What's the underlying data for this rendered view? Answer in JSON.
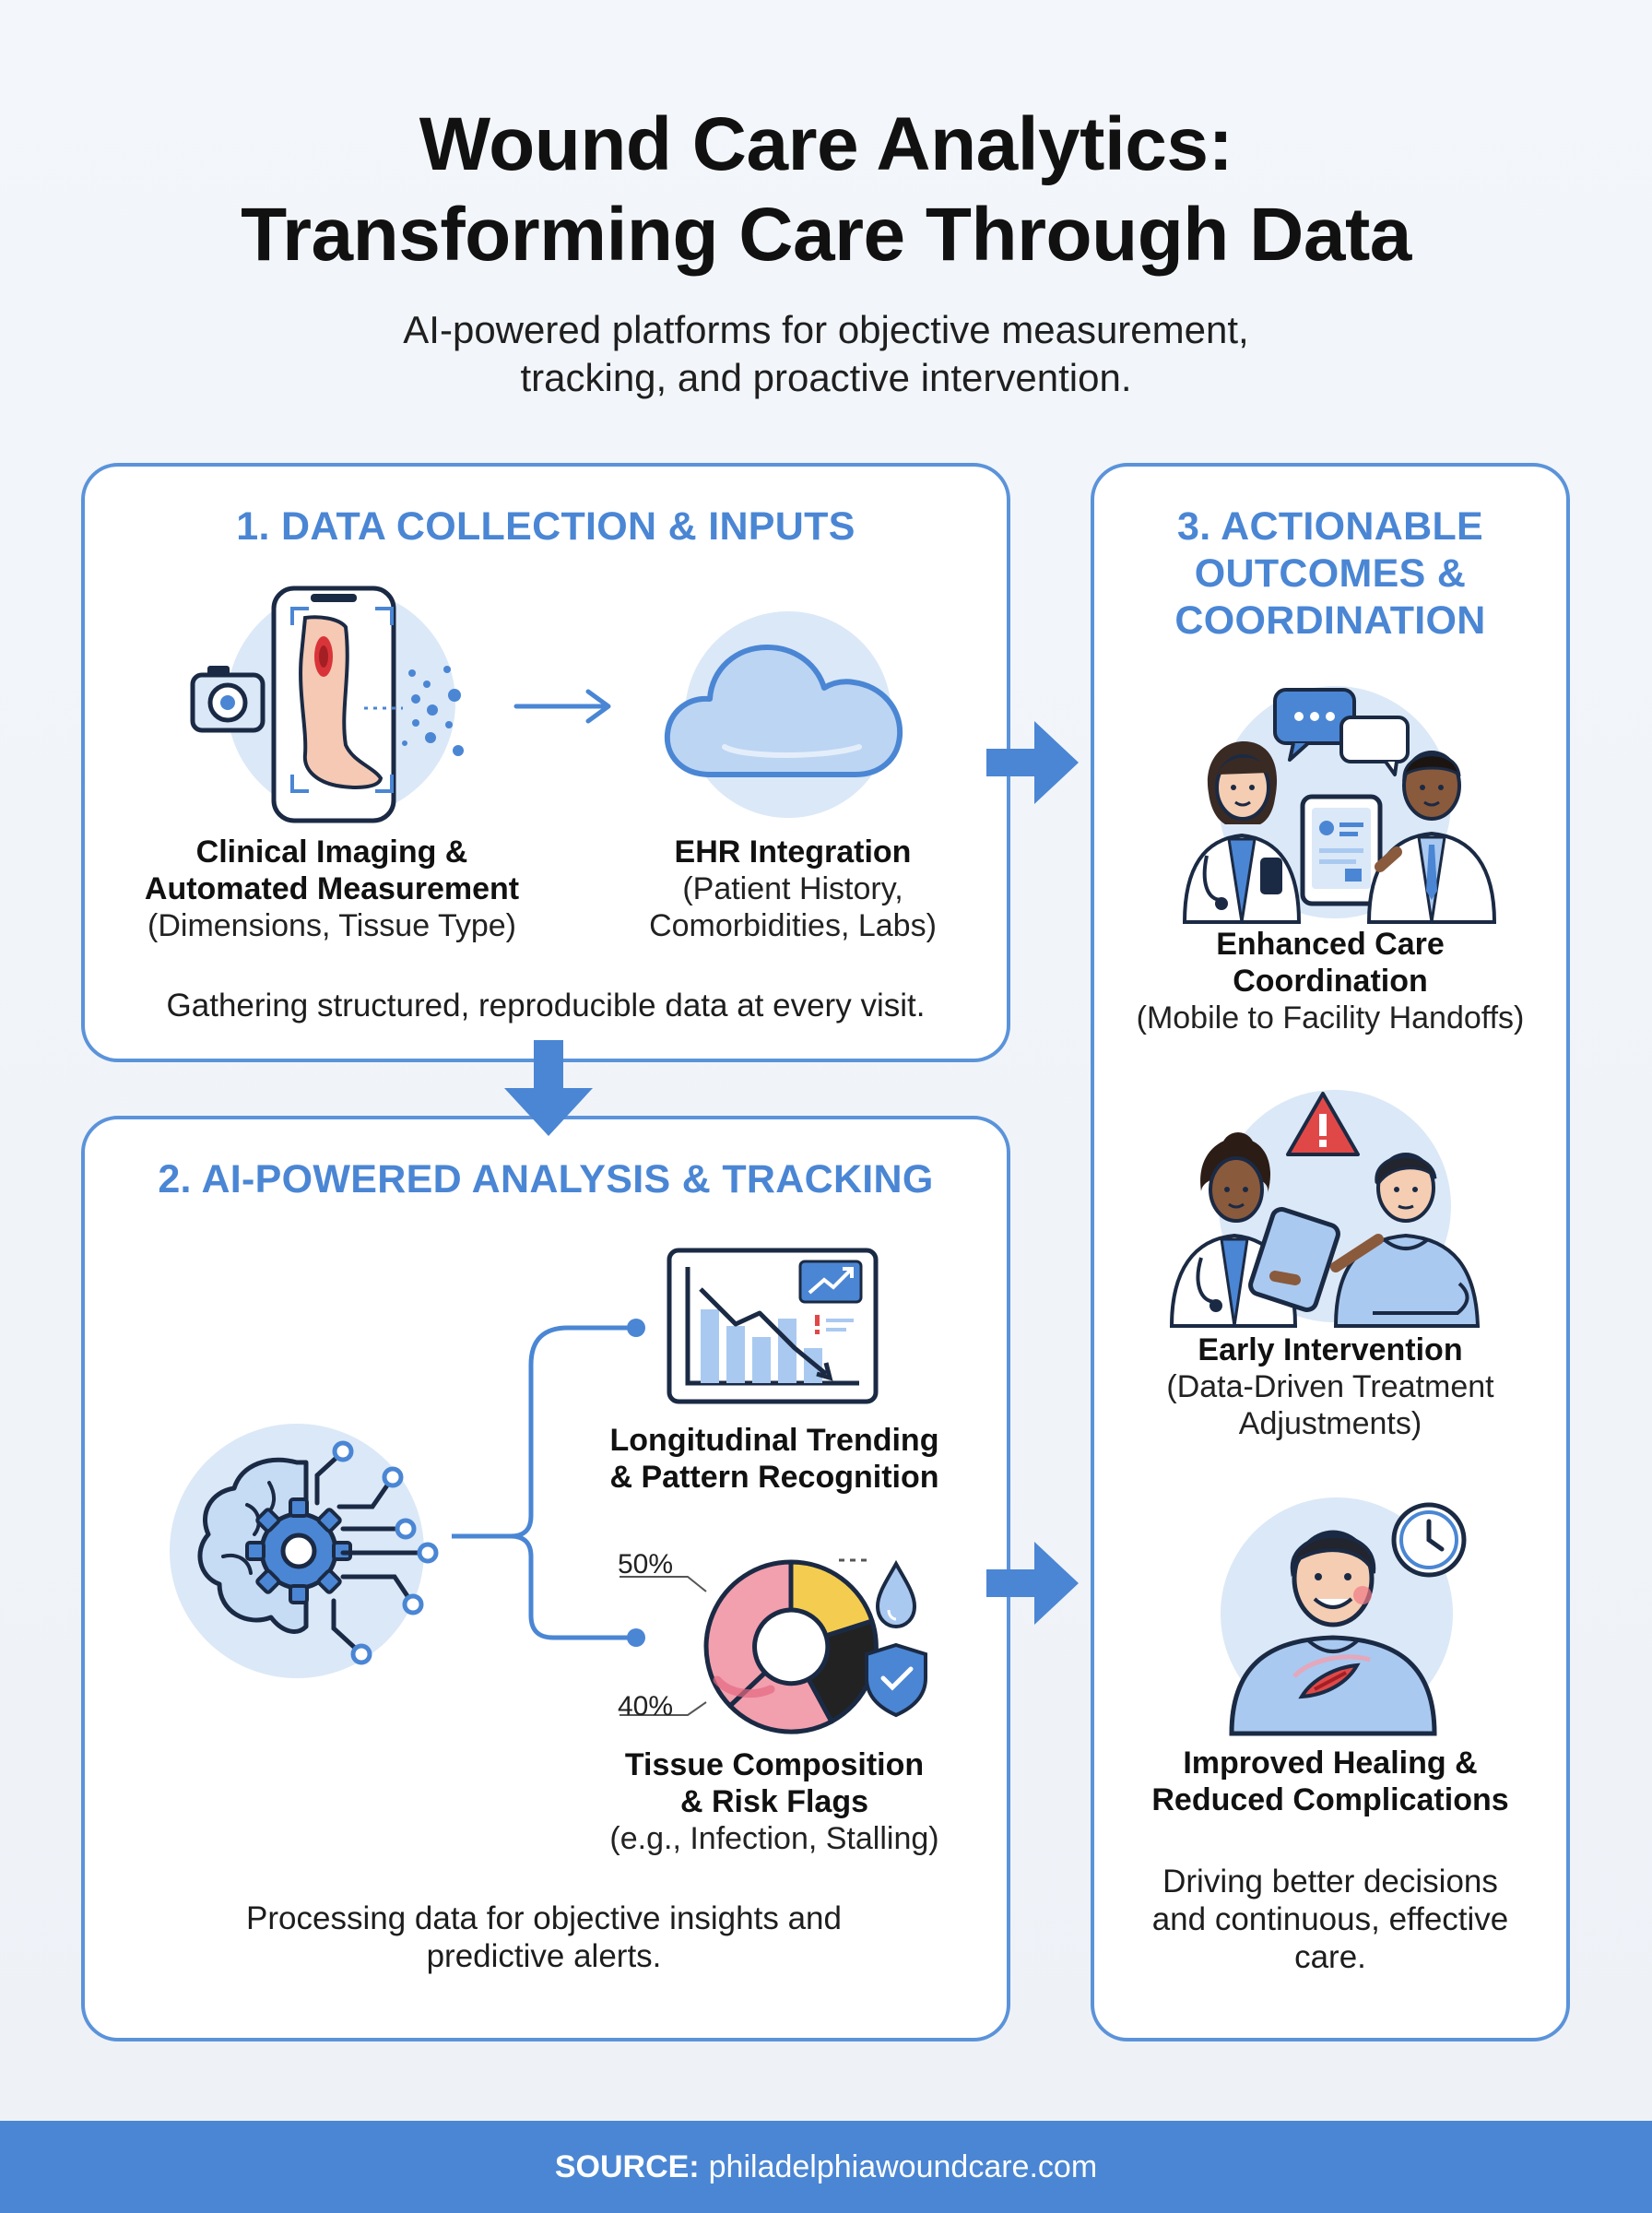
{
  "header": {
    "title_line1": "Wound Care Analytics:",
    "title_line2": "Transforming Care Through Data",
    "subtitle_line1": "AI-powered platforms for objective measurement,",
    "subtitle_line2": "tracking, and proactive intervention."
  },
  "section1": {
    "heading": "1. DATA COLLECTION & INPUTS",
    "imaging": {
      "title_line1": "Clinical Imaging &",
      "title_line2": "Automated Measurement",
      "detail": "(Dimensions, Tissue Type)"
    },
    "ehr": {
      "title": "EHR Integration",
      "detail_line1": "(Patient History,",
      "detail_line2": "Comorbidities, Labs)"
    },
    "description": "Gathering structured, reproducible data at every visit."
  },
  "section2": {
    "heading": "2. AI-POWERED ANALYSIS & TRACKING",
    "trending": {
      "title_line1": "Longitudinal Trending",
      "title_line2": "& Pattern Recognition"
    },
    "donut": {
      "label_top": "50%",
      "label_bottom": "40%"
    },
    "tissue": {
      "title_line1": "Tissue Composition",
      "title_line2": "& Risk Flags",
      "detail": "(e.g., Infection, Stalling)"
    },
    "description_line1": "Processing data for objective insights and",
    "description_line2": "predictive alerts."
  },
  "section3": {
    "heading_line1": "3. ACTIONABLE",
    "heading_line2": "OUTCOMES &",
    "heading_line3": "COORDINATION",
    "coordination": {
      "title_line1": "Enhanced Care",
      "title_line2": "Coordination",
      "detail": "(Mobile to Facility Handoffs)"
    },
    "intervention": {
      "title": "Early Intervention",
      "detail_line1": "(Data-Driven Treatment",
      "detail_line2": "Adjustments)"
    },
    "healing": {
      "title_line1": "Improved Healing &",
      "title_line2": "Reduced Complications"
    },
    "description_line1": "Driving better decisions",
    "description_line2": "and continuous, effective",
    "description_line3": "care."
  },
  "footer": {
    "source_label": "SOURCE:",
    "source_url": "philadelphiawoundcare.com"
  },
  "colors": {
    "accent": "#4a86d4",
    "border": "#5b93da",
    "icon_fill": "#dbe8f7",
    "alert_red": "#e04848",
    "donut_pink": "#f29fae",
    "donut_yellow": "#f4cd50",
    "donut_black": "#222222"
  }
}
